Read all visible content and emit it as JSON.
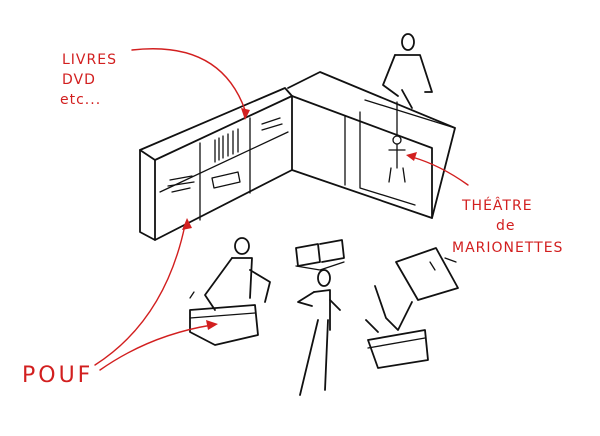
{
  "labels": {
    "livres": "LIVRES",
    "dvd": "DVD",
    "etc": "etc...",
    "theatre": "THÉÂTRE",
    "de": "de",
    "marionettes": "MARIONETTES",
    "pouf": "POUF"
  },
  "colors": {
    "ink": "#111111",
    "annotation": "#d21f1f",
    "background": "#ffffff"
  }
}
